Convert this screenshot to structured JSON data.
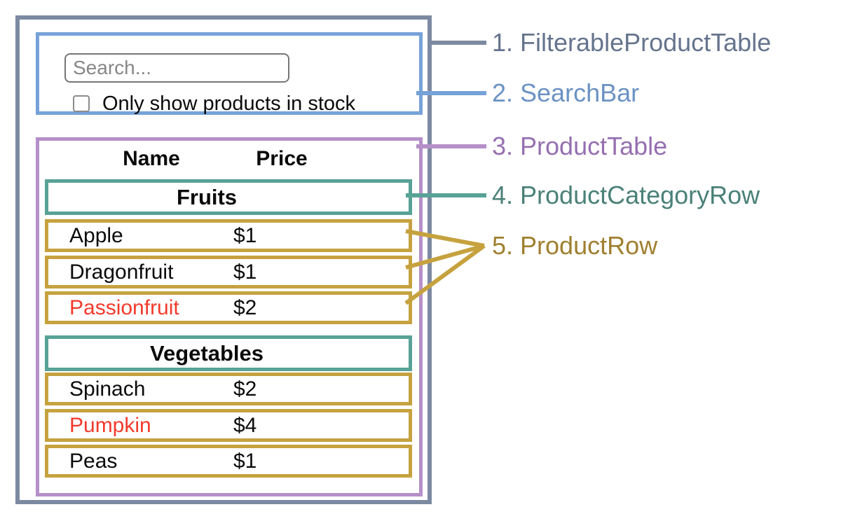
{
  "annotations": {
    "items": [
      {
        "text": "1. FilterableProductTable",
        "color": "#65748d"
      },
      {
        "text": "2. SearchBar",
        "color": "#6b92c4"
      },
      {
        "text": "3. ProductTable",
        "color": "#966fb0"
      },
      {
        "text": "4. ProductCategoryRow",
        "color": "#4a8178"
      },
      {
        "text": "5. ProductRow",
        "color": "#a08030"
      }
    ]
  },
  "search_bar": {
    "input_placeholder": "Search...",
    "input_value": "",
    "checkbox_label": "Only show products in stock",
    "checkbox_checked": false
  },
  "product_table": {
    "column_headers": [
      "Name",
      "Price"
    ],
    "sections": [
      {
        "category": "Fruits",
        "rows": [
          {
            "name": "Apple",
            "price": "$1",
            "out_of_stock": false
          },
          {
            "name": "Dragonfruit",
            "price": "$1",
            "out_of_stock": false
          },
          {
            "name": "Passionfruit",
            "price": "$2",
            "out_of_stock": true
          }
        ]
      },
      {
        "category": "Vegetables",
        "rows": [
          {
            "name": "Spinach",
            "price": "$2",
            "out_of_stock": false
          },
          {
            "name": "Pumpkin",
            "price": "$4",
            "out_of_stock": true
          },
          {
            "name": "Peas",
            "price": "$1",
            "out_of_stock": false
          }
        ]
      }
    ]
  },
  "colors": {
    "filterable_product_table_border": "#7c8aa1",
    "search_bar_border": "#76a2d8",
    "product_table_border": "#b690c9",
    "product_category_row_border": "#58a296",
    "product_row_border": "#c6a23f",
    "out_of_stock_text": "#f23a2c"
  }
}
